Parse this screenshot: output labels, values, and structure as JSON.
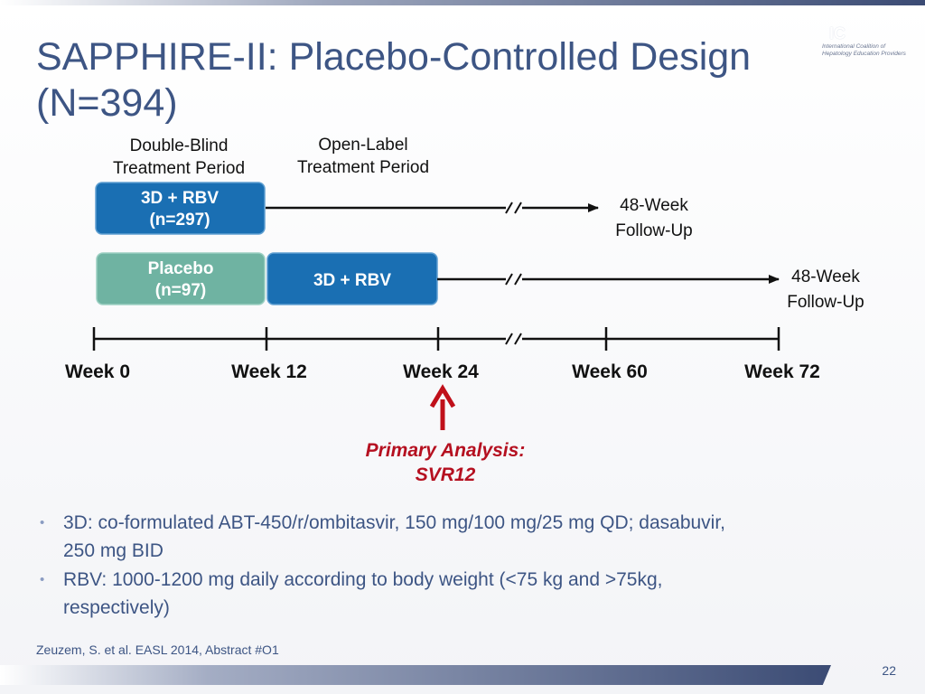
{
  "slide": {
    "title_line1": "SAPPHIRE-II: Placebo-Controlled Design",
    "title_line2": "(N=394)",
    "logo_text_line1": "International Coalition of",
    "logo_text_line2": "Hepatology Education Providers",
    "page_number": "22"
  },
  "diagram": {
    "period_labels": {
      "double_blind_line1": "Double-Blind",
      "double_blind_line2": "Treatment Period",
      "open_label_line1": "Open-Label",
      "open_label_line2": "Treatment Period"
    },
    "arm1": {
      "box_line1": "3D + RBV",
      "box_line2": "(n=297)",
      "followup_line1": "48-Week",
      "followup_line2": "Follow-Up"
    },
    "arm2": {
      "placebo_line1": "Placebo",
      "placebo_line2": "(n=97)",
      "box2_label": "3D + RBV",
      "followup_line1": "48-Week",
      "followup_line2": "Follow-Up"
    },
    "weeks": [
      "Week 0",
      "Week 12",
      "Week 24",
      "Week 60",
      "Week 72"
    ],
    "primary_analysis_line1": "Primary Analysis:",
    "primary_analysis_line2": "SVR12",
    "colors": {
      "active_box": "#1a6fb3",
      "placebo_box": "#6fb3a2",
      "timeline": "#111111",
      "primary_arrow": "#c0101a"
    }
  },
  "bullets": [
    {
      "line1": "3D: co-formulated ABT-450/r/ombitasvir, 150 mg/100 mg/25 mg QD; dasabuvir,",
      "line2": "250 mg BID"
    },
    {
      "line1": "RBV: 1000-1200 mg daily according to body weight (<75 kg and >75kg,",
      "line2": "respectively)"
    }
  ],
  "citation": "Zeuzem, S. et al. EASL 2014, Abstract #O1"
}
